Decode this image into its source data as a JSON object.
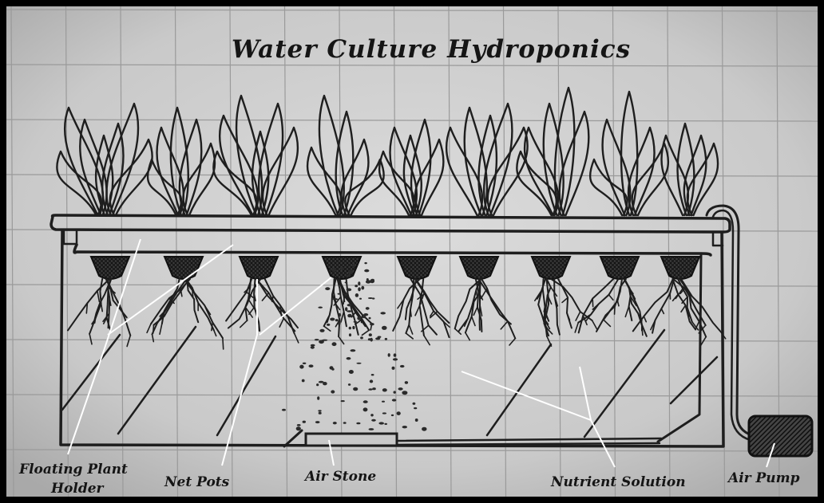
{
  "title": "Water Culture Hydroponics",
  "labels": {
    "floating_plant_holder_line1": "Floating Plant",
    "floating_plant_holder_line2": "Holder",
    "net_pots": "Net Pots",
    "air_stone": "Air Stone",
    "nutrient_solution": "Nutrient Solution",
    "air_pump": "Air Pump"
  },
  "colors": {
    "paper": "#cfcfcf",
    "grid": "#9a9a9a",
    "ink": "#1e1e1e",
    "leader_lines": "#ffffff",
    "frame": "#000000"
  },
  "icons": {
    "plant": "plant-icon",
    "net_pot": "net-pot-icon",
    "air_pump": "air-pump-icon",
    "air_stone": "air-stone-icon",
    "bubbles": "bubble-icon"
  }
}
